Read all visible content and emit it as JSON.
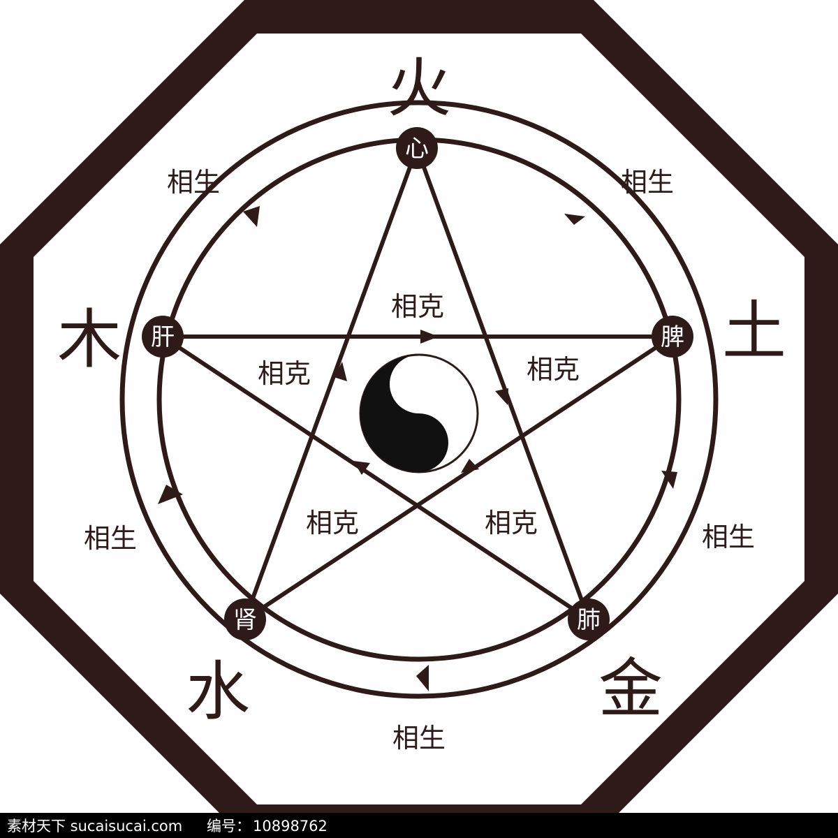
{
  "colors": {
    "ink": "#2e1a19",
    "background": "#ffffff",
    "footer": "#000000"
  },
  "elements": [
    {
      "key": "fire",
      "label": "火",
      "organ": "心"
    },
    {
      "key": "earth",
      "label": "土",
      "organ": "脾"
    },
    {
      "key": "metal",
      "label": "金",
      "organ": "肺"
    },
    {
      "key": "water",
      "label": "水",
      "organ": "肾"
    },
    {
      "key": "wood",
      "label": "木",
      "organ": "肝"
    }
  ],
  "relations": {
    "generating": "相生",
    "restraining": "相克"
  },
  "center_symbol": "yin-yang-icon",
  "watermark": {
    "site": "素材天下 sucaisucai.com",
    "code_label": "编号：",
    "code": "10898762"
  }
}
